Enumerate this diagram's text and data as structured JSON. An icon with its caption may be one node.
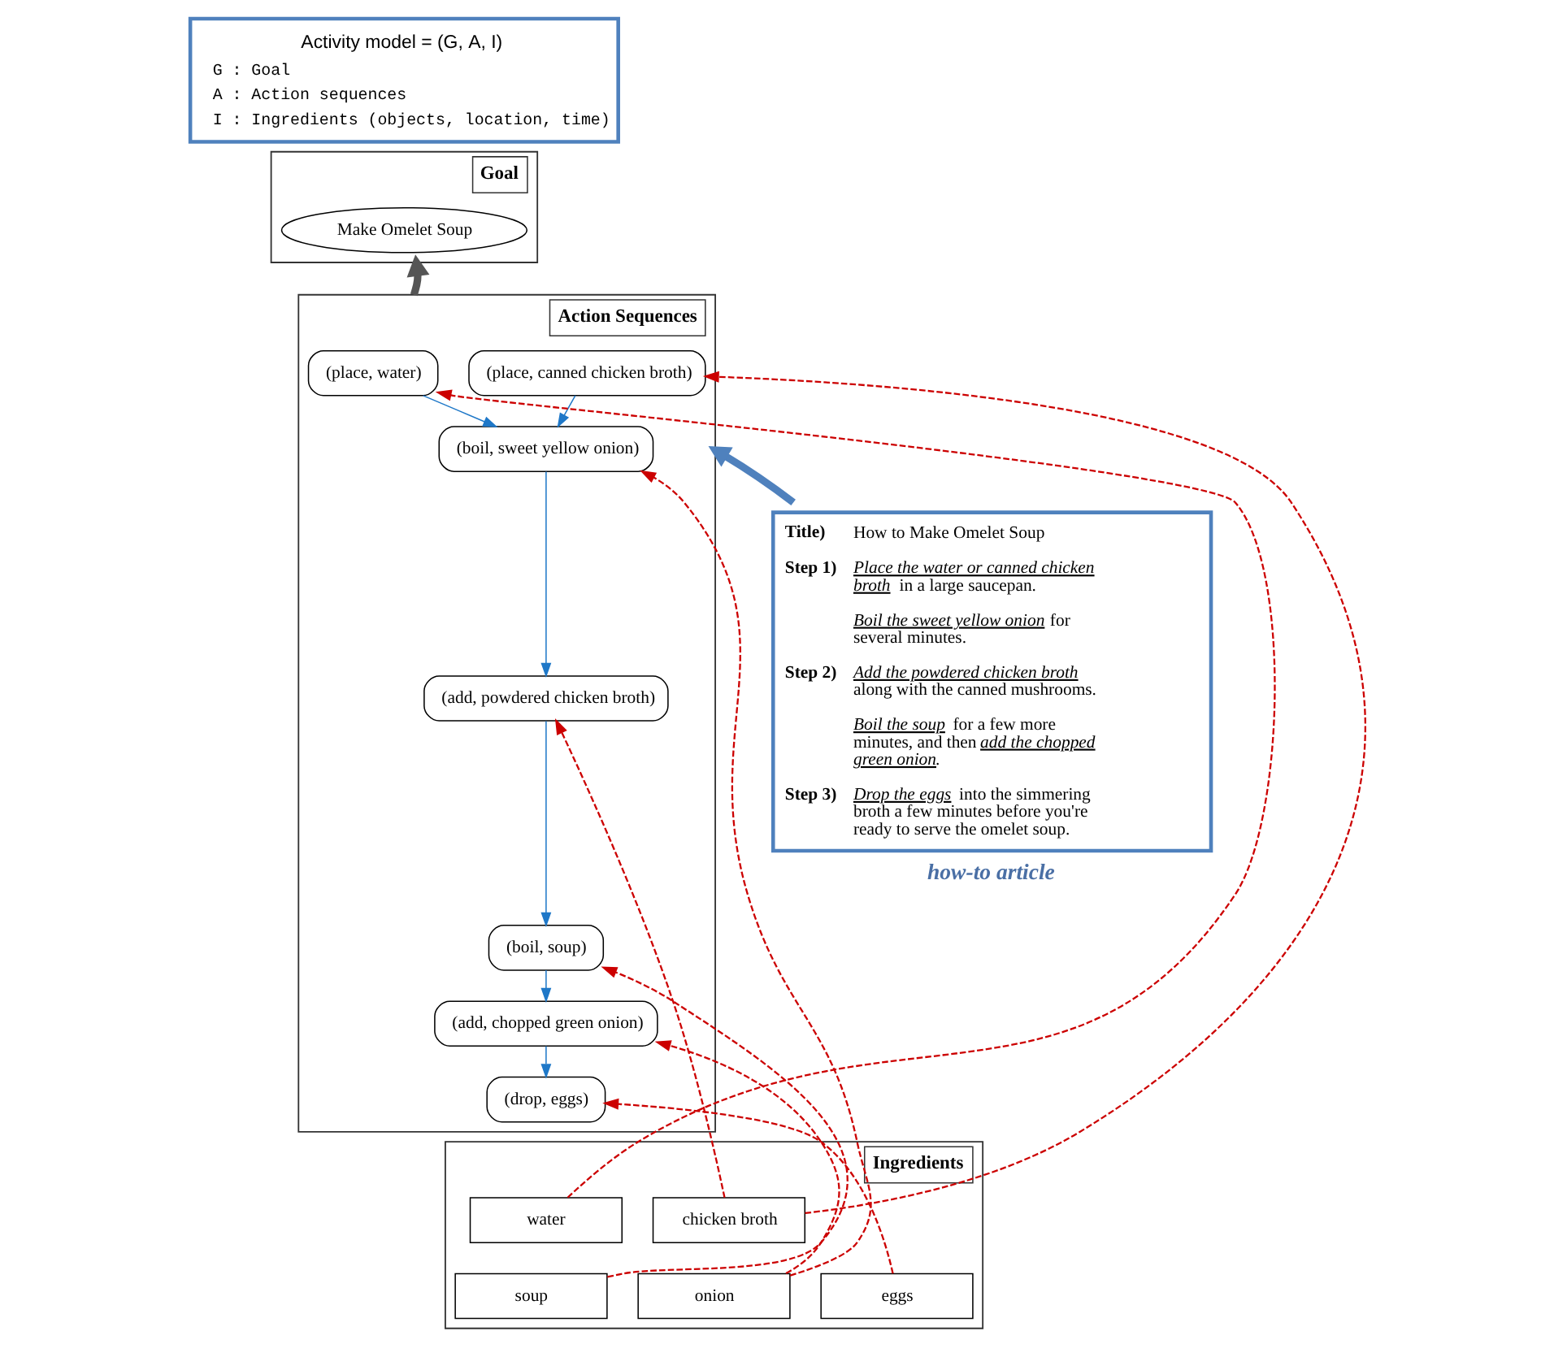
{
  "diagram": {
    "nodes": [
      {
        "text": [
          "Activity model = (G, A, I)",
          "G : Goal",
          "A : Action sequences",
          "I : Ingredients (objects, location, time)"
        ]
      },
      {
        "text": [
          "Title)",
          "How to Make Omelet Soup",
          "Step 1)",
          "*Place the water or canned chicken broth* in a large saucepan.",
          "*Boil the sweet yellow onion* for several minutes.",
          "Step 2)",
          "*Add the powdered chicken broth* along with the canned mushrooms.",
          "*Boil the soup* for a few more minutes, and then *add the chopped green onion*.",
          "Step 3)",
          "*Drop the eggs* into the simmering broth a few minutes before you're ready to serve the omelet soup."
        ],
        "beside": [
          "how-to article"
        ]
      },
      {
        "text": [
          "Goal"
        ]
      },
      {
        "text": [
          "Make Omelet Soup"
        ],
        "in": 2
      },
      {
        "text": [
          "Action Sequences"
        ]
      },
      {
        "text": [
          "(place, water)"
        ],
        "in": 4
      },
      {
        "text": [
          "(place, canned chicken broth)"
        ],
        "in": 4
      },
      {
        "text": [
          "(boil, sweet yellow onion)"
        ],
        "in": 4
      },
      {
        "text": [
          "(add, powdered chicken broth)"
        ],
        "in": 4
      },
      {
        "text": [
          "(boil, soup)"
        ],
        "in": 4
      },
      {
        "text": [
          "(add, chopped green onion)"
        ],
        "in": 4
      },
      {
        "text": [
          "(drop, eggs)"
        ],
        "in": 4
      },
      {
        "text": [
          "Ingredients"
        ]
      },
      {
        "text": [
          "water"
        ],
        "in": 12
      },
      {
        "text": [
          "chicken broth"
        ],
        "in": 12
      },
      {
        "text": [
          "soup"
        ],
        "in": 12
      },
      {
        "text": [
          "onion"
        ],
        "in": 12
      },
      {
        "text": [
          "eggs"
        ],
        "in": 12
      }
    ],
    "edges": [
      {
        "from": 1,
        "to": 4,
        "arrow": "to",
        "style": "thick",
        "color": "#4f81bd"
      },
      {
        "from": 4,
        "to": 2,
        "arrow": "to",
        "style": "thick",
        "color": "#555555"
      },
      {
        "from": 5,
        "to": 7,
        "arrow": "to",
        "color": "#1f78c8"
      },
      {
        "from": 6,
        "to": 7,
        "arrow": "to",
        "color": "#1f78c8"
      },
      {
        "from": 7,
        "to": 8,
        "arrow": "to",
        "color": "#1f78c8"
      },
      {
        "from": 8,
        "to": 9,
        "arrow": "to",
        "color": "#1f78c8"
      },
      {
        "from": 9,
        "to": 10,
        "arrow": "to",
        "color": "#1f78c8"
      },
      {
        "from": 10,
        "to": 11,
        "arrow": "to",
        "color": "#1f78c8"
      },
      {
        "from": 13,
        "to": 5,
        "arrow": "to",
        "style": "dashed",
        "color": "#cc0000"
      },
      {
        "from": 14,
        "to": 6,
        "arrow": "to",
        "style": "dashed",
        "color": "#cc0000"
      },
      {
        "from": 14,
        "to": 8,
        "arrow": "to",
        "style": "dashed",
        "color": "#cc0000"
      },
      {
        "from": 15,
        "to": 9,
        "arrow": "to",
        "style": "dashed",
        "color": "#cc0000"
      },
      {
        "from": 16,
        "to": 7,
        "arrow": "to",
        "style": "dashed",
        "color": "#cc0000"
      },
      {
        "from": 16,
        "to": 10,
        "arrow": "to",
        "style": "dashed",
        "color": "#cc0000"
      },
      {
        "from": 17,
        "to": 11,
        "arrow": "to",
        "style": "dashed",
        "color": "#cc0000"
      }
    ]
  }
}
